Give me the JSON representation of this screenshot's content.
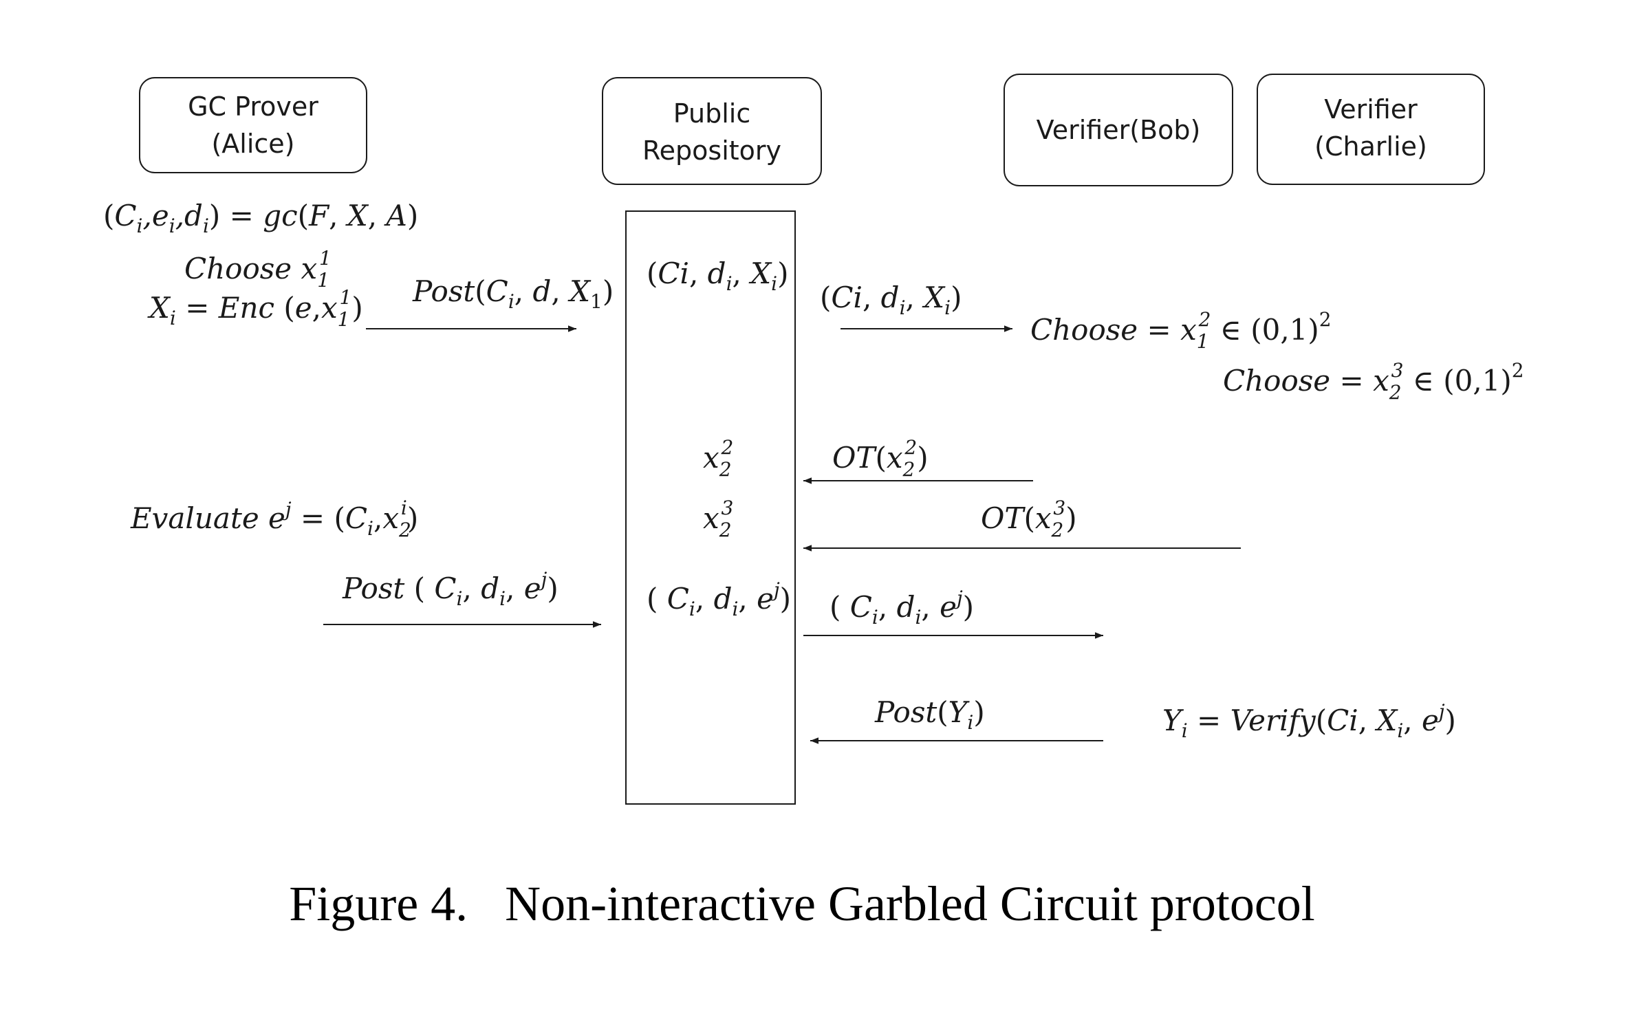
{
  "figure": {
    "caption": "Figure 4.   Non-interactive Garbled Circuit protocol"
  },
  "parties": {
    "prover": {
      "line1": "GC Prover",
      "line2": "(Alice)"
    },
    "repository": {
      "line1": "Public",
      "line2": "Repository"
    },
    "bob": {
      "line1": "Verifier(Bob)"
    },
    "charlie": {
      "line1": "Verifier",
      "line2": "(Charlie)"
    }
  },
  "colors": {
    "stroke": "#1a1a1a",
    "background": "#ffffff"
  }
}
